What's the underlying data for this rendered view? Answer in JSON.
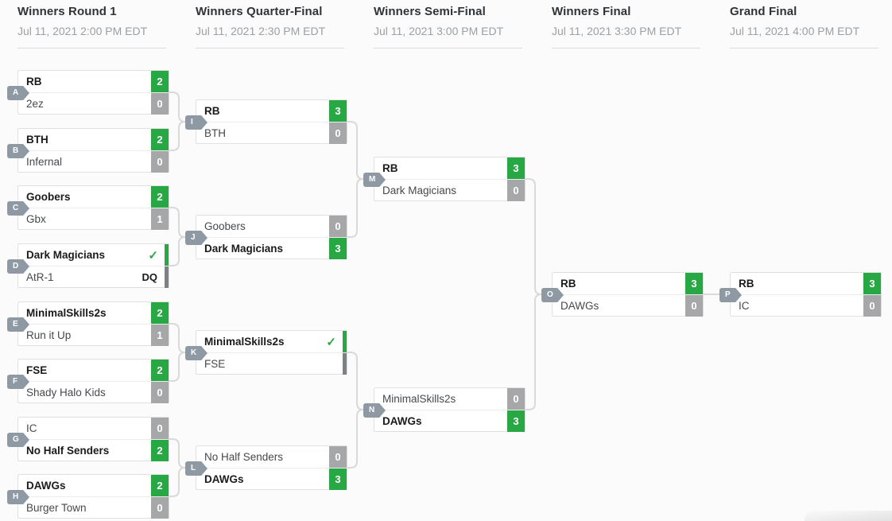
{
  "colors": {
    "win_green": "#28a745",
    "lose_gray": "#a5a7a9",
    "tag_gray": "#8e99a3",
    "connector": "#d9d9d9"
  },
  "icons": {
    "check": "✓"
  },
  "rounds": [
    {
      "title": "Winners Round 1",
      "date": "Jul 11, 2021 2:00 PM EDT"
    },
    {
      "title": "Winners Quarter-Final",
      "date": "Jul 11, 2021 2:30 PM EDT"
    },
    {
      "title": "Winners Semi-Final",
      "date": "Jul 11, 2021 3:00 PM EDT"
    },
    {
      "title": "Winners Final",
      "date": "Jul 11, 2021 3:30 PM EDT"
    },
    {
      "title": "Grand Final",
      "date": "Jul 11, 2021 4:00 PM EDT"
    }
  ],
  "matches": [
    {
      "id": "A",
      "p1": {
        "name": "RB",
        "score": "2",
        "result": "win"
      },
      "p2": {
        "name": "2ez",
        "score": "0",
        "result": "loss"
      }
    },
    {
      "id": "B",
      "p1": {
        "name": "BTH",
        "score": "2",
        "result": "win"
      },
      "p2": {
        "name": "Infernal",
        "score": "0",
        "result": "loss"
      }
    },
    {
      "id": "C",
      "p1": {
        "name": "Goobers",
        "score": "2",
        "result": "win"
      },
      "p2": {
        "name": "Gbx",
        "score": "1",
        "result": "loss"
      }
    },
    {
      "id": "D",
      "p1": {
        "name": "Dark Magicians",
        "score": "",
        "result": "win-check"
      },
      "p2": {
        "name": "AtR-1",
        "score": "DQ",
        "result": "disqualified"
      }
    },
    {
      "id": "E",
      "p1": {
        "name": "MinimalSkills2s",
        "score": "2",
        "result": "win"
      },
      "p2": {
        "name": "Run it Up",
        "score": "1",
        "result": "loss"
      }
    },
    {
      "id": "F",
      "p1": {
        "name": "FSE",
        "score": "2",
        "result": "win"
      },
      "p2": {
        "name": "Shady Halo Kids",
        "score": "0",
        "result": "loss"
      }
    },
    {
      "id": "G",
      "p1": {
        "name": "IC",
        "score": "0",
        "result": "loss"
      },
      "p2": {
        "name": "No Half Senders",
        "score": "2",
        "result": "win"
      }
    },
    {
      "id": "H",
      "p1": {
        "name": "DAWGs",
        "score": "2",
        "result": "win"
      },
      "p2": {
        "name": "Burger Town",
        "score": "0",
        "result": "loss"
      }
    },
    {
      "id": "I",
      "p1": {
        "name": "RB",
        "score": "3",
        "result": "win"
      },
      "p2": {
        "name": "BTH",
        "score": "0",
        "result": "loss"
      }
    },
    {
      "id": "J",
      "p1": {
        "name": "Goobers",
        "score": "0",
        "result": "loss"
      },
      "p2": {
        "name": "Dark Magicians",
        "score": "3",
        "result": "win"
      }
    },
    {
      "id": "K",
      "p1": {
        "name": "MinimalSkills2s",
        "score": "",
        "result": "win-check"
      },
      "p2": {
        "name": "FSE",
        "score": "",
        "result": "forfeit"
      }
    },
    {
      "id": "L",
      "p1": {
        "name": "No Half Senders",
        "score": "0",
        "result": "loss"
      },
      "p2": {
        "name": "DAWGs",
        "score": "3",
        "result": "win"
      }
    },
    {
      "id": "M",
      "p1": {
        "name": "RB",
        "score": "3",
        "result": "win"
      },
      "p2": {
        "name": "Dark Magicians",
        "score": "0",
        "result": "loss"
      }
    },
    {
      "id": "N",
      "p1": {
        "name": "MinimalSkills2s",
        "score": "0",
        "result": "loss"
      },
      "p2": {
        "name": "DAWGs",
        "score": "3",
        "result": "win"
      }
    },
    {
      "id": "O",
      "p1": {
        "name": "RB",
        "score": "3",
        "result": "win"
      },
      "p2": {
        "name": "DAWGs",
        "score": "0",
        "result": "loss"
      }
    },
    {
      "id": "P",
      "p1": {
        "name": "RB",
        "score": "3",
        "result": "win"
      },
      "p2": {
        "name": "IC",
        "score": "0",
        "result": "loss"
      }
    }
  ]
}
